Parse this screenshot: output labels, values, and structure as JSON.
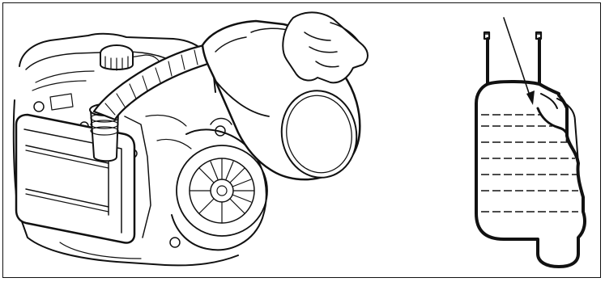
{
  "figure": {
    "panels": [
      {
        "name": "engine-oil-filling",
        "icon": "engine-with-oil-jug"
      },
      {
        "name": "oil-level-cross-section",
        "icon": "crankcase-section"
      }
    ],
    "colors": {
      "ink": "#111111",
      "background": "#ffffff",
      "frame": "#111111"
    }
  }
}
